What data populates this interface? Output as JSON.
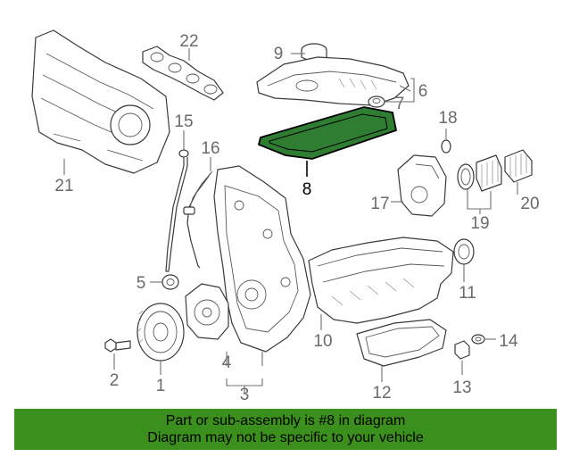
{
  "callouts": {
    "c1": "1",
    "c2": "2",
    "c3": "3",
    "c4": "4",
    "c5": "5",
    "c6": "6",
    "c7": "7",
    "c8": "8",
    "c9": "9",
    "c10": "10",
    "c11": "11",
    "c12": "12",
    "c13": "13",
    "c14": "14",
    "c15": "15",
    "c16": "16",
    "c17": "17",
    "c18": "18",
    "c19": "19",
    "c20": "20",
    "c21": "21",
    "c22": "22"
  },
  "highlighted_part": "8",
  "colors": {
    "highlight": "#2e7d32",
    "banner": "#3b8f1c",
    "callout_text": "#6a6a6a"
  },
  "banner": {
    "line1": "Part or sub-assembly is #8 in diagram",
    "line2": "Diagram may not be specific to your vehicle"
  }
}
